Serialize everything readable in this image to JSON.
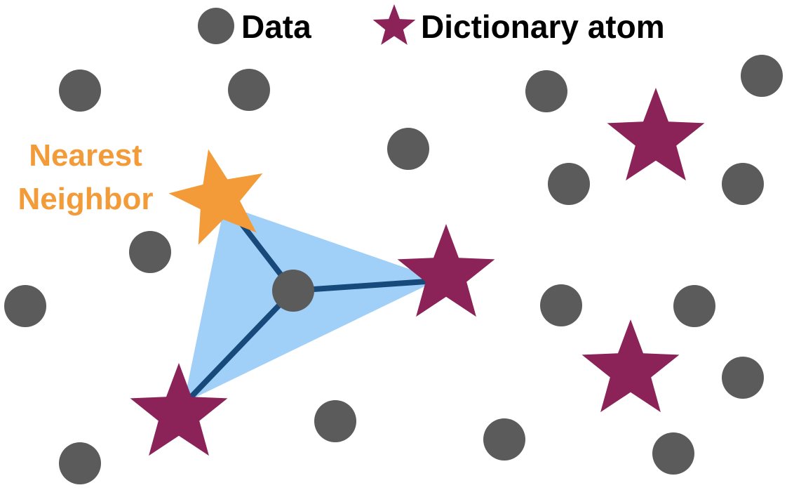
{
  "legend": {
    "data_label": "Data",
    "atom_label": "Dictionary atom"
  },
  "annotation": {
    "line1": "Nearest",
    "line2": "Neighbor"
  },
  "colors": {
    "data_point": "#5b5b5b",
    "atom": "#8b2358",
    "nearest_neighbor": "#f29b38",
    "simplex_fill": "#a0cff8",
    "edge": "#17497a",
    "text": "#000000"
  },
  "icons": {
    "data_marker": "circle",
    "atom_marker": "star"
  }
}
